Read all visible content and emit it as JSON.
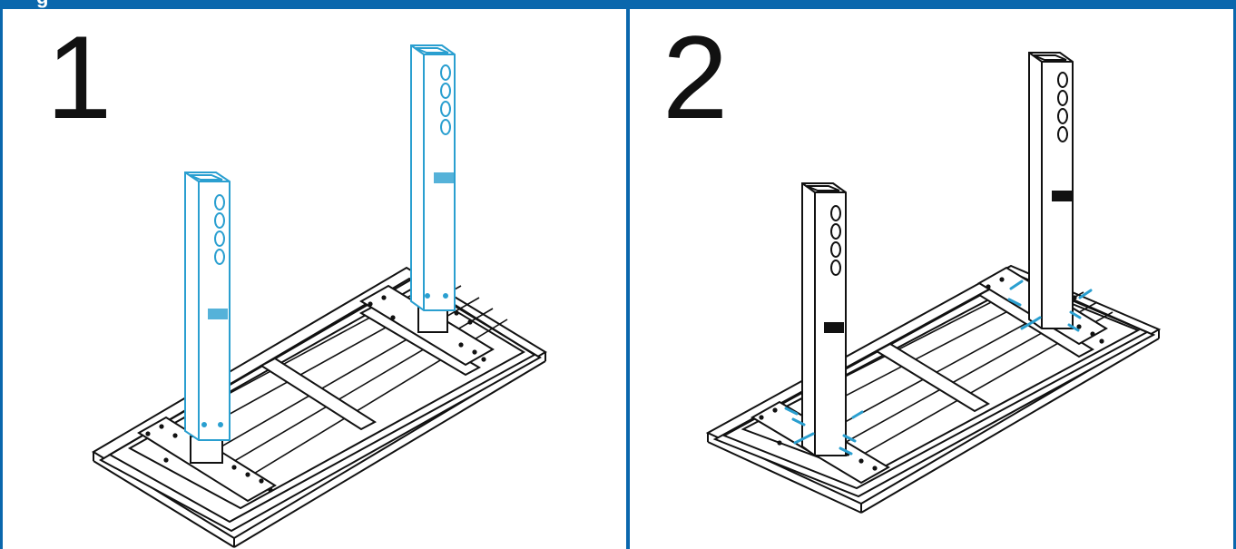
{
  "header": {
    "title": "g"
  },
  "steps": [
    {
      "number": "1"
    },
    {
      "number": "2"
    }
  ],
  "colors": {
    "accent": "#0a67ad",
    "highlight": "#2a9fd0",
    "line": "#111111",
    "background": "#ffffff"
  },
  "icons": {
    "frame": "table-frame-illustration",
    "leg": "table-leg-illustration",
    "screw": "screw-icon"
  }
}
